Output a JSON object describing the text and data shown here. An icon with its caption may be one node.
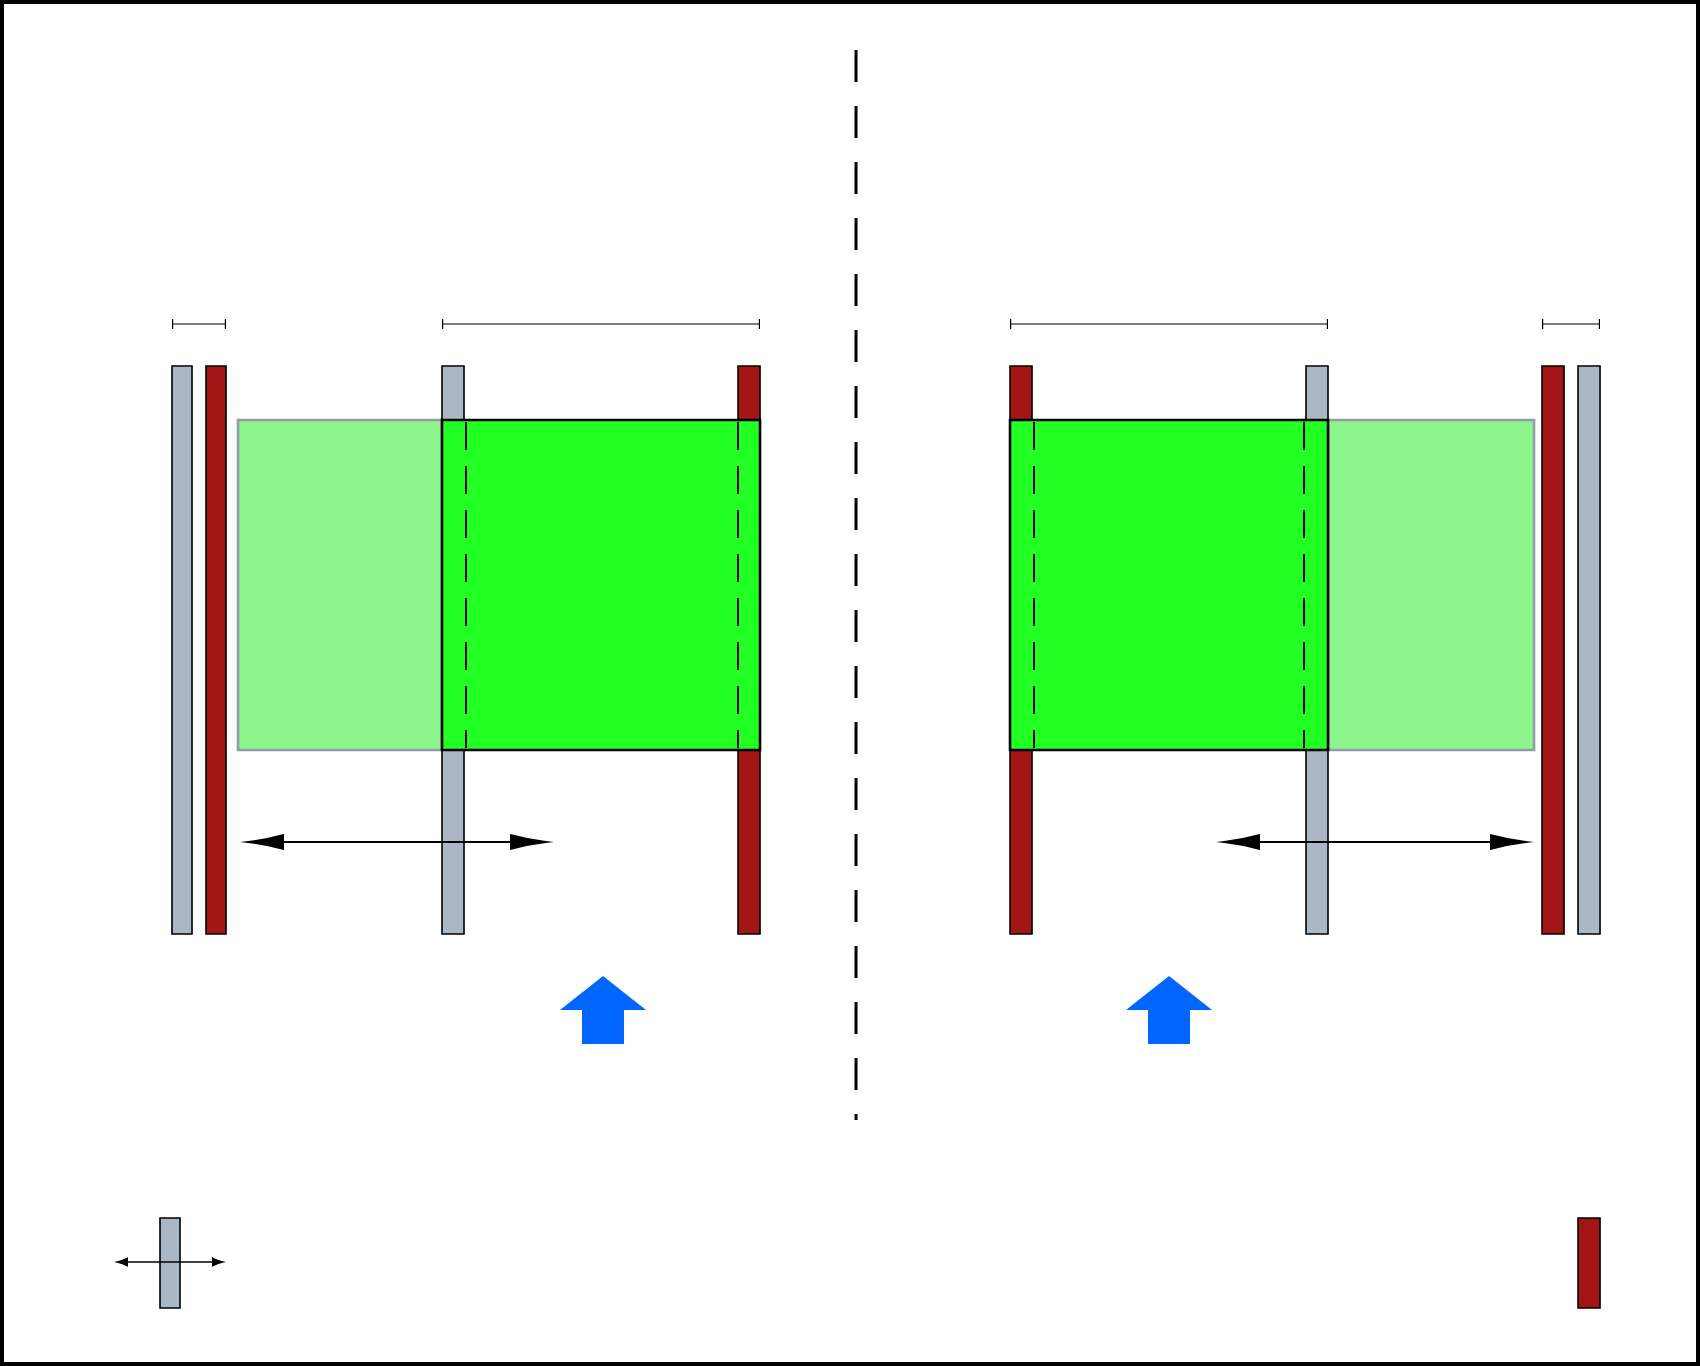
{
  "diagram": {
    "nodes": [
      {
        "text": [],
        "shape": "bar"
      },
      {
        "text": [],
        "shape": "bar"
      },
      {
        "text": [],
        "shape": "box"
      },
      {
        "text": [],
        "shape": "bar"
      },
      {
        "text": [],
        "shape": "box"
      },
      {
        "text": [],
        "shape": "bar"
      },
      {
        "text": [],
        "shape": "bar"
      },
      {
        "text": [],
        "shape": "box"
      },
      {
        "text": [],
        "shape": "bar"
      },
      {
        "text": [],
        "shape": "box"
      },
      {
        "text": [],
        "shape": "bar"
      },
      {
        "text": [],
        "shape": "bar"
      },
      {
        "text": [],
        "shape": "bar"
      },
      {
        "text": [],
        "shape": "bar"
      }
    ]
  }
}
